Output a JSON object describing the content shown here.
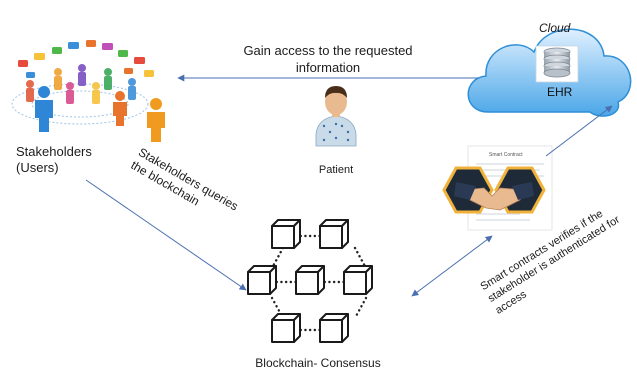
{
  "edges": {
    "gain_access": "Gain access to the requested information",
    "queries": "Stakeholders queries the blockchain",
    "verifies": "Smart contracts verifies if the stakeholder is authenticated for access"
  },
  "nodes": {
    "stakeholders": "Stakeholders\n(Users)",
    "patient": "Patient",
    "cloud": "Cloud",
    "ehr": "EHR",
    "smart_contract_doc": "Smart Contract",
    "blockchain": "Blockchain- Consensus"
  },
  "colors": {
    "arrow": "#4a6fb0",
    "cloud": "#2e8fd6",
    "node_box": "#1a1a1a",
    "hexagon": "#f0b23a"
  }
}
